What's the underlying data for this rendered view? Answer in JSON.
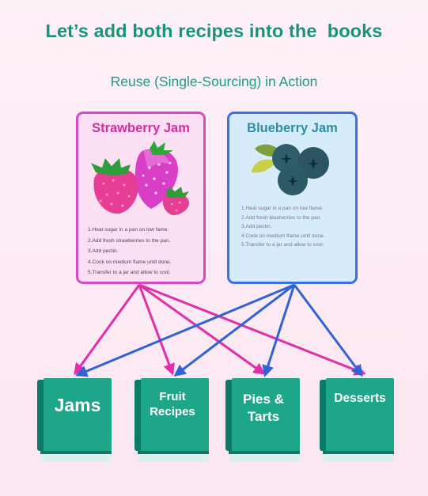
{
  "title": "Let’s add both recipes into the  books",
  "subtitle": "Reuse (Single-Sourcing) in Action",
  "cards": {
    "strawberry": {
      "name": "Strawberry Jam",
      "steps": [
        "1.Heat sugar in a pan on low fame.",
        "2.Add fresh strawberries to the pan.",
        "3.Add pectin.",
        "4.Cook on medium flame until done.",
        "5.Transfer to a jar and allow to cool."
      ]
    },
    "blueberry": {
      "name": "Blueberry Jam",
      "steps": [
        "1.Heat sugar in a pan on low flame.",
        "2.Add fresh blueberries to the pan.",
        "3.Add pectin.",
        "4.Cook on medium flame until done.",
        "5.Transfer to a jar and allow to cool."
      ]
    }
  },
  "books": [
    {
      "label": "Jams"
    },
    {
      "label": "Fruit Recipes"
    },
    {
      "label": "Pies & Tarts"
    },
    {
      "label": "Desserts"
    }
  ],
  "colors": {
    "strawberry_arrow": "#e02fa9",
    "blueberry_arrow": "#2f63d6",
    "book_green": "#1ea68a",
    "book_dark": "#0c7a68",
    "title_green": "#17957c"
  },
  "icons": [
    "strawberry-illustration",
    "blueberry-illustration",
    "book-icon"
  ]
}
